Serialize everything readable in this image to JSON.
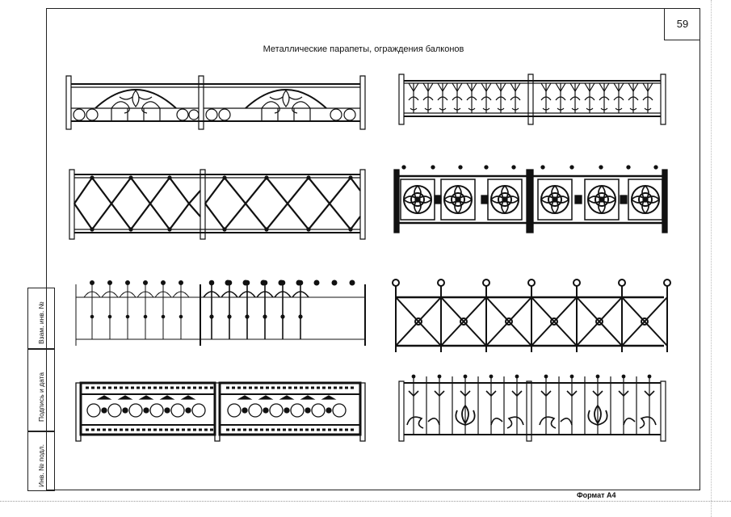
{
  "page": {
    "number": "59",
    "title": "Металлические парапеты, ограждения балконов",
    "format_label": "Формат А4"
  },
  "stamp": {
    "inv_podl": "Инв. № подл.",
    "podpis_data": "Подпись и дата",
    "vzam_inv": "Взам. инв. №"
  },
  "fences": [
    {
      "name": "scroll-arch-fence"
    },
    {
      "name": "scroll-pattern-fence"
    },
    {
      "name": "diamond-lattice-fence"
    },
    {
      "name": "rosette-panel-fence"
    },
    {
      "name": "finial-picket-fence"
    },
    {
      "name": "cross-brace-fence"
    },
    {
      "name": "ring-frieze-fence"
    },
    {
      "name": "tulip-scroll-fence"
    }
  ]
}
